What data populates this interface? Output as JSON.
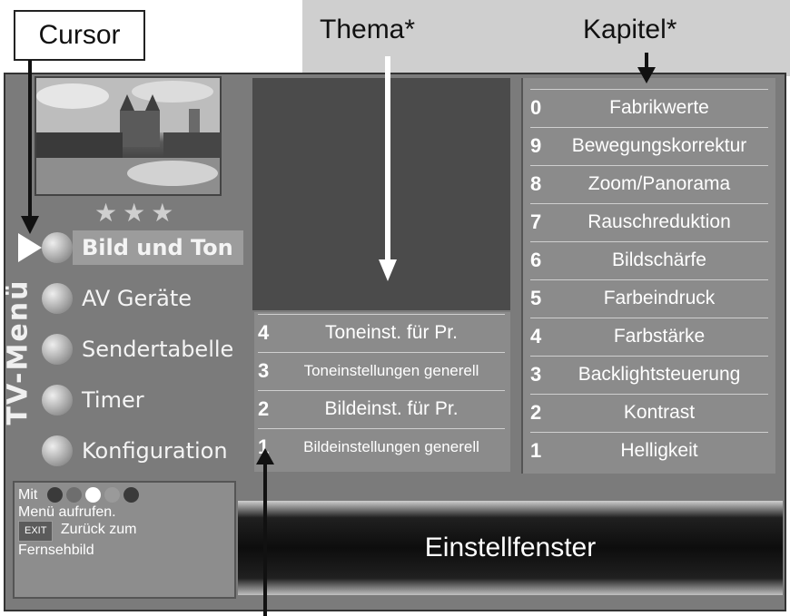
{
  "annotations": {
    "cursor": "Cursor",
    "theme": "Thema*",
    "chapter": "Kapitel*"
  },
  "sidebar": {
    "title": "TV-Menü",
    "stars": "★★★",
    "items": [
      {
        "label": "Bild und Ton",
        "selected": true
      },
      {
        "label": "AV Geräte"
      },
      {
        "label": "Sendertabelle"
      },
      {
        "label": "Timer"
      },
      {
        "label": "Konfiguration"
      }
    ]
  },
  "help": {
    "mit": "Mit",
    "line2": "Menü aufrufen.",
    "exit_badge": "EXIT",
    "line3": "Zurück zum",
    "line4": "Fernsehbild",
    "dot_colors": [
      "#3a3a3a",
      "#6e6e6e",
      "#ffffff",
      "#9a9a9a",
      "#3a3a3a"
    ]
  },
  "themes": [
    {
      "num": "4",
      "label": "Toneinst. für Pr."
    },
    {
      "num": "3",
      "label": "Toneinstellungen generell"
    },
    {
      "num": "2",
      "label": "Bildeinst. für Pr."
    },
    {
      "num": "1",
      "label": "Bildeinstellungen generell"
    }
  ],
  "chapters": [
    {
      "num": "0",
      "label": "Fabrikwerte"
    },
    {
      "num": "9",
      "label": "Bewegungskorrektur"
    },
    {
      "num": "8",
      "label": "Zoom/Panorama"
    },
    {
      "num": "7",
      "label": "Rauschreduktion"
    },
    {
      "num": "6",
      "label": "Bildschärfe"
    },
    {
      "num": "5",
      "label": "Farbeindruck"
    },
    {
      "num": "4",
      "label": "Farbstärke"
    },
    {
      "num": "3",
      "label": "Backlightsteuerung"
    },
    {
      "num": "2",
      "label": "Kontrast"
    },
    {
      "num": "1",
      "label": "Helligkeit"
    }
  ],
  "settings_window": {
    "label": "Einstellfenster"
  }
}
